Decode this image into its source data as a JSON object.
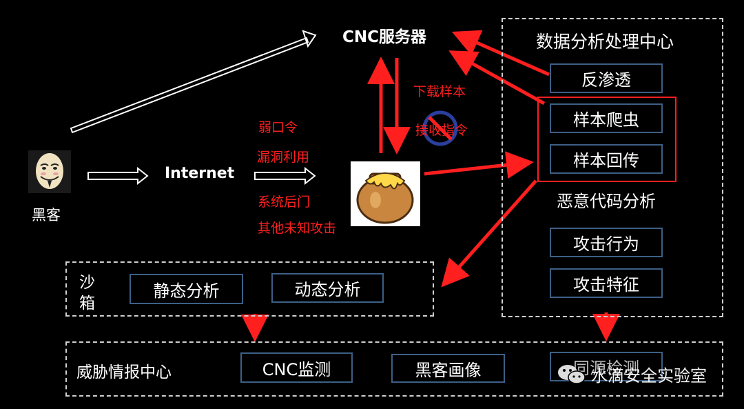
{
  "hacker": {
    "label": "黑客"
  },
  "internet": {
    "label": "Internet"
  },
  "cnc_server": {
    "label": "CNC服务器"
  },
  "attacks": [
    "弱口令",
    "漏洞利用",
    "系统后门",
    "其他未知攻击"
  ],
  "server_labels": {
    "download": "下载样本",
    "blocked": "接收指令"
  },
  "center": {
    "title": "数据分析处理中心",
    "items": [
      "反渗透",
      "样本爬虫",
      "样本回传",
      "恶意代码分析",
      "攻击行为",
      "攻击特征"
    ]
  },
  "sandbox": {
    "label_line1": "沙",
    "label_line2": "箱",
    "items": [
      "静态分析",
      "动态分析"
    ]
  },
  "intel": {
    "label": "威胁情报中心",
    "items": [
      "CNC监测",
      "黑客画像",
      "同源检测"
    ]
  },
  "watermark": {
    "text": "水滴安全实验室"
  },
  "colors": {
    "arrow_red": "#ff1f1f",
    "box_border": "#3d5f86",
    "dashed_border": "#cfcfcf"
  }
}
